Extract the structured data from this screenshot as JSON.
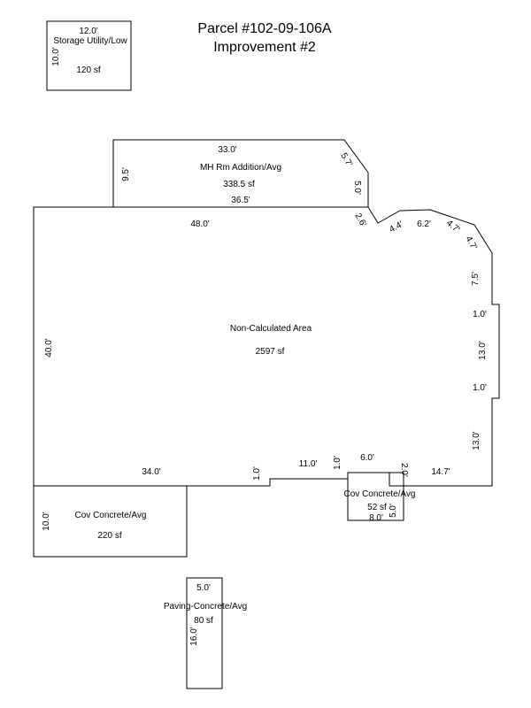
{
  "title": {
    "parcel": "Parcel #102-09-106A",
    "improvement": "Improvement #2"
  },
  "storage": {
    "width": "12.0'",
    "name": "Storage Utility/Low",
    "depth": "10.0'",
    "area": "120 sf"
  },
  "mh_addition": {
    "top": "33.0'",
    "name": "MH Rm Addition/Avg",
    "left": "9.5'",
    "diagonal": "5.7'",
    "area": "338.5 sf",
    "right": "5.0'",
    "bottom": "36.5'"
  },
  "non_calc": {
    "top": "48.0'",
    "d1": "2.6'",
    "d2": "4.4'",
    "d3": "6.2'",
    "d4": "4.7'",
    "d5": "4.7'",
    "right1": "7.5'",
    "step1": "1.0'",
    "right2": "13.0'",
    "step2": "1.0'",
    "right3": "13.0'",
    "name": "Non-Calculated Area",
    "area": "2597 sf",
    "left": "40.0'",
    "bottom1": "34.0'",
    "step3": "1.0'",
    "bottom2": "11.0'",
    "step4": "1.0'",
    "bottom3": "6.0'",
    "step5": "2.0'",
    "bottom4": "14.7'"
  },
  "cov_concrete_1": {
    "name": "Cov Concrete/Avg",
    "depth": "10.0'",
    "area": "220 sf"
  },
  "cov_concrete_2": {
    "name": "Cov Concrete/Avg",
    "area": "52 sf",
    "width": "8.0'",
    "depth": "5.0'"
  },
  "paving": {
    "width": "5.0'",
    "name": "Paving-Concrete/Avg",
    "area": "80 sf",
    "depth": "16.0'"
  }
}
